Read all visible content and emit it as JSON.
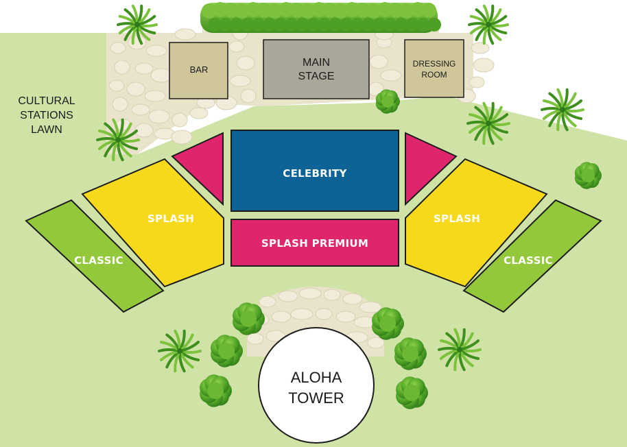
{
  "map": {
    "areas": {
      "lawn_label": [
        "CULTURAL",
        "STATIONS",
        "LAWN"
      ]
    },
    "buildings": {
      "bar": "BAR",
      "main_stage": [
        "MAIN",
        "STAGE"
      ],
      "dressing_room": [
        "DRESSING",
        "ROOM"
      ],
      "aloha_tower": [
        "ALOHA",
        "TOWER"
      ]
    },
    "sections": {
      "celebrity": "CELEBRITY",
      "splash_premium": "SPLASH PREMIUM",
      "splash_left": "SPLASH",
      "splash_right": "SPLASH",
      "classic_left": "CLASSIC",
      "classic_right": "CLASSIC"
    },
    "colors": {
      "lawn": "#cfe3a6",
      "celebrity": "#0d6395",
      "premium_pink": "#df256b",
      "splash_yellow": "#f7d91c",
      "classic_green": "#93c83b",
      "building_tan": "#cfc79a",
      "stage_gray": "#a9a79a",
      "stone_path": "#f1ecd9"
    },
    "icons": [
      "palm-plant-icon",
      "round-shrub-icon",
      "hedge-icon"
    ]
  }
}
